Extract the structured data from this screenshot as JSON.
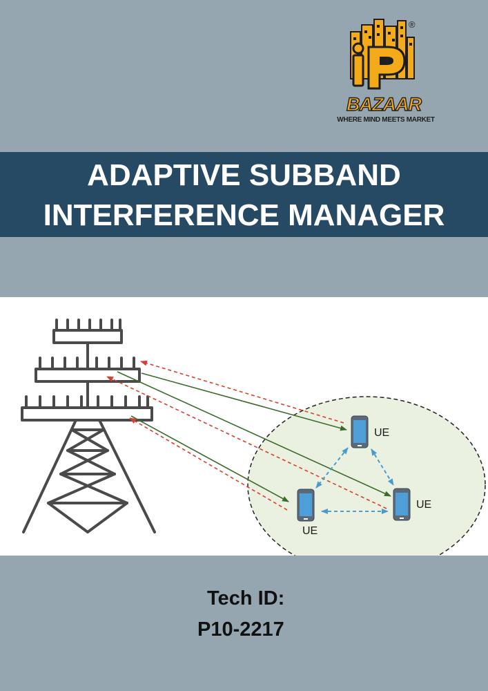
{
  "logo": {
    "brand": "BAZAAR",
    "registered_mark": "®",
    "tagline": "WHERE MIND MEETS MARKET",
    "icon": "ip-city-skyline-logo",
    "colors": {
      "primary": "#f4ab1a",
      "outline": "#1e1e1e"
    }
  },
  "title": {
    "line1": "ADAPTIVE SUBBAND",
    "line2": "INTERFERENCE MANAGER"
  },
  "diagram": {
    "icons": [
      "cell-tower-icon",
      "smartphone-icon"
    ],
    "ue_labels": [
      "UE",
      "UE",
      "UE"
    ],
    "colors": {
      "downlink": "#3d6b2c",
      "uplink_interference": "#d8402c",
      "device_to_device": "#4a9ccc",
      "cell_area": "#eaf1e0"
    }
  },
  "tech": {
    "label": "Tech ID:",
    "id": "P10-2217"
  },
  "colors": {
    "page_background": "#96a6b0",
    "title_band": "#264a63",
    "title_text": "#ffffff"
  }
}
